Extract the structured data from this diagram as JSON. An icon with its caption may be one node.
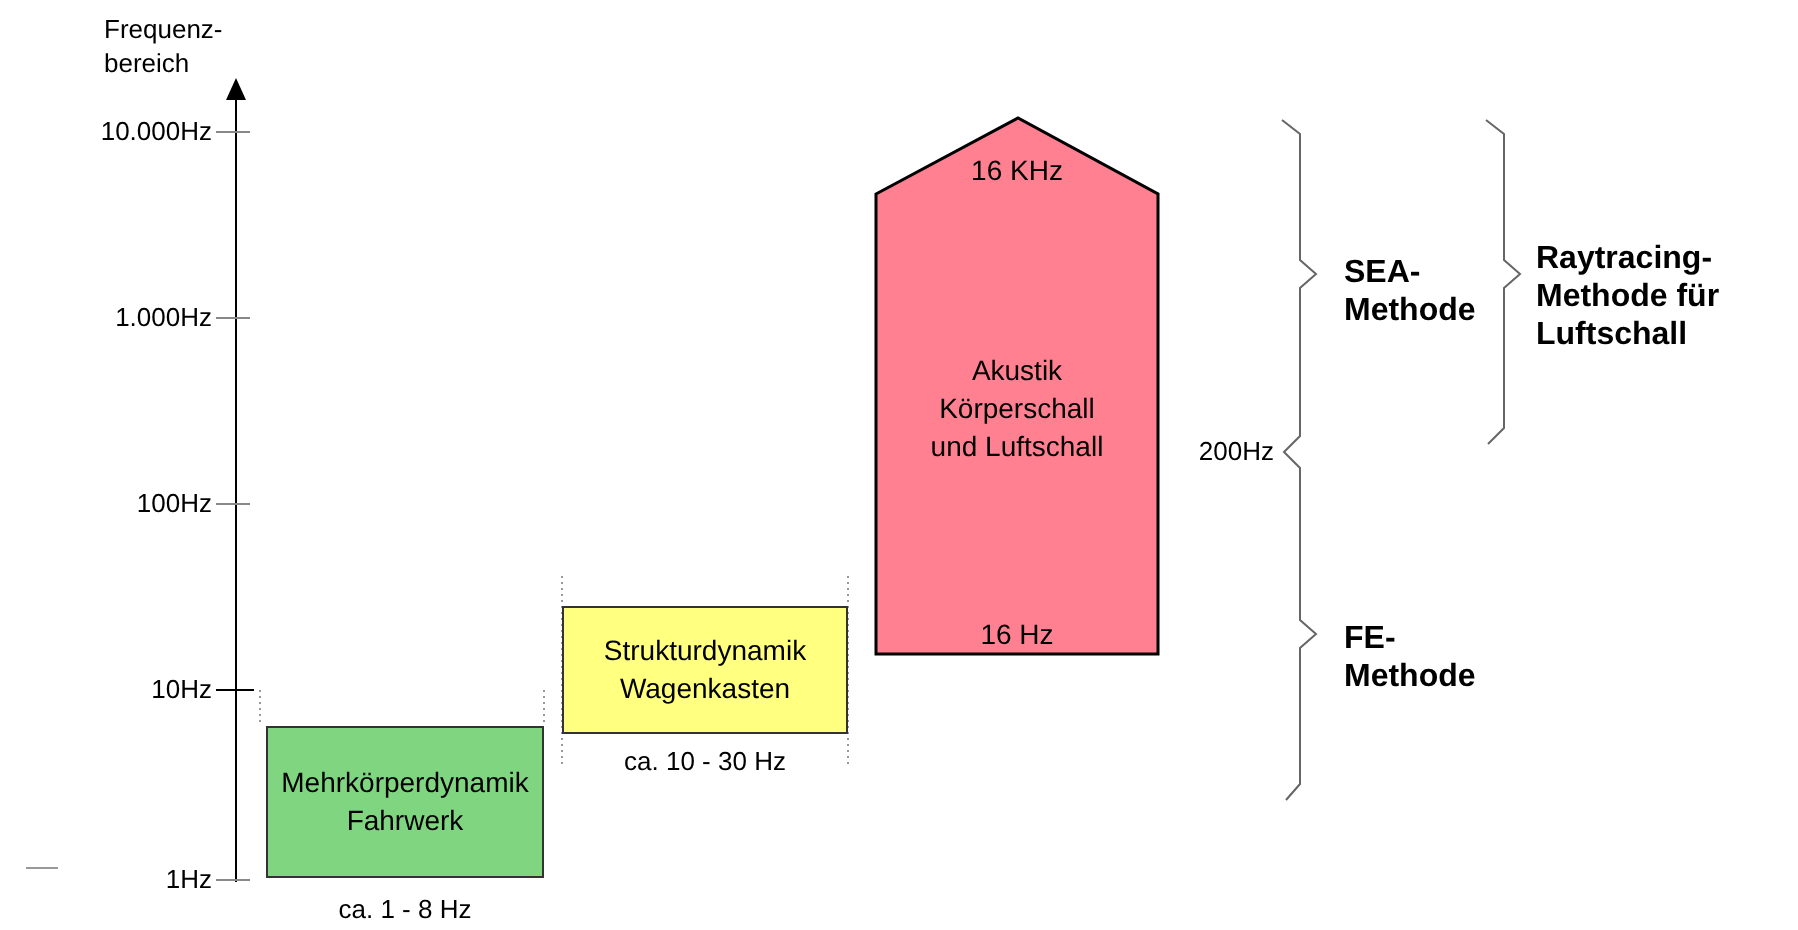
{
  "diagram": {
    "nodes": [
      {
        "text": [
          "Mehrkörperdynamik Fahrwerk"
        ],
        "beside": [
          "ca. 1 - 8 Hz"
        ]
      },
      {
        "text": [
          "Strukturdynamik Wagenkasten"
        ],
        "beside": [
          "ca. 10 - 30 Hz"
        ]
      },
      {
        "text": [
          "16 KHz",
          "Akustik Körperschall und Luftschall",
          "16 Hz"
        ]
      }
    ],
    "edges": [],
    "labels": [
      "Frequenz- bereich",
      "10.000Hz",
      "1.000Hz",
      "100Hz",
      "10Hz",
      "1Hz",
      "SEA- Methode",
      "Raytracing- Methode für Luftschall",
      "200Hz",
      "FE- Methode"
    ]
  }
}
